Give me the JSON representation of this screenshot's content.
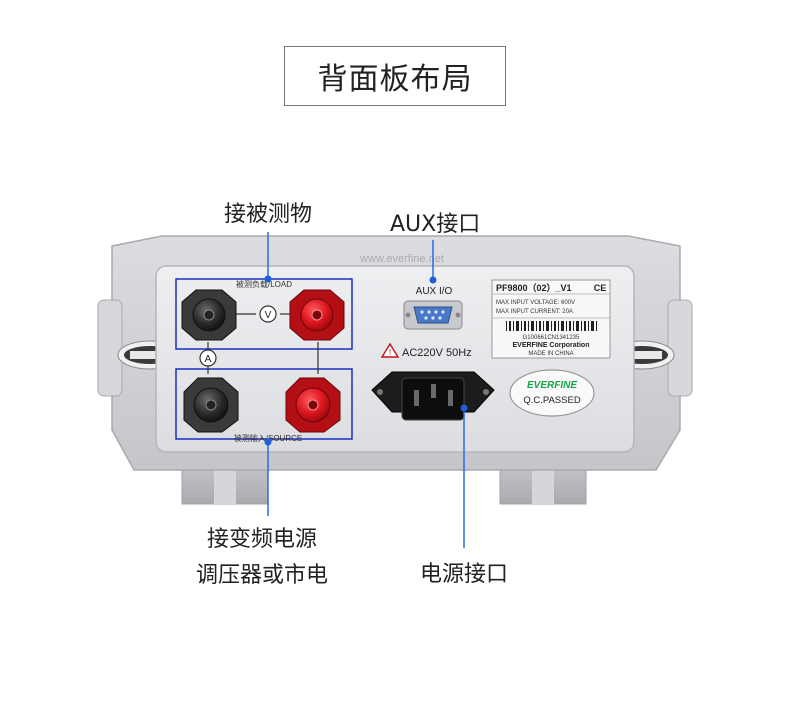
{
  "title": "背面板布局",
  "callouts": {
    "device_under_test": "接被测物",
    "aux_port": "AUX接口",
    "source_line1": "接变频电源",
    "source_line2": "调压器或市电",
    "power_port": "电源接口"
  },
  "device": {
    "watermark": "www.everfine.net",
    "load_label": "被测负载/LOAD",
    "source_label": "被测输入/SOURCE",
    "voltage_symbol": "V",
    "current_symbol": "A",
    "aux_label": "AUX I/O",
    "power_rating": "AC220V 50Hz",
    "nameplate": {
      "model": "PF9800（02）_V1",
      "max_voltage": "MAX INPUT VOLTAGE: 600V",
      "max_current": "MAX INPUT CURRENT: 20A",
      "serial": "G100661CN1341235",
      "company": "EVERFINE Corporation",
      "origin": "MADE IN CHINA",
      "ce_mark": "CE"
    },
    "qc_sticker": {
      "brand": "EVERFINE",
      "text": "Q.C.PASSED"
    }
  },
  "colors": {
    "callout_dot": "#1f5fd6",
    "callout_line": "#2b6be0",
    "highlight_box": "#1a2fc0",
    "terminal_red": "#d9141b",
    "terminal_black": "#2a2a2a",
    "panel": "#e4e5e7",
    "frame": "#cfd1d4",
    "aux_port": "#4a78c8",
    "qc_green": "#16a34a"
  }
}
